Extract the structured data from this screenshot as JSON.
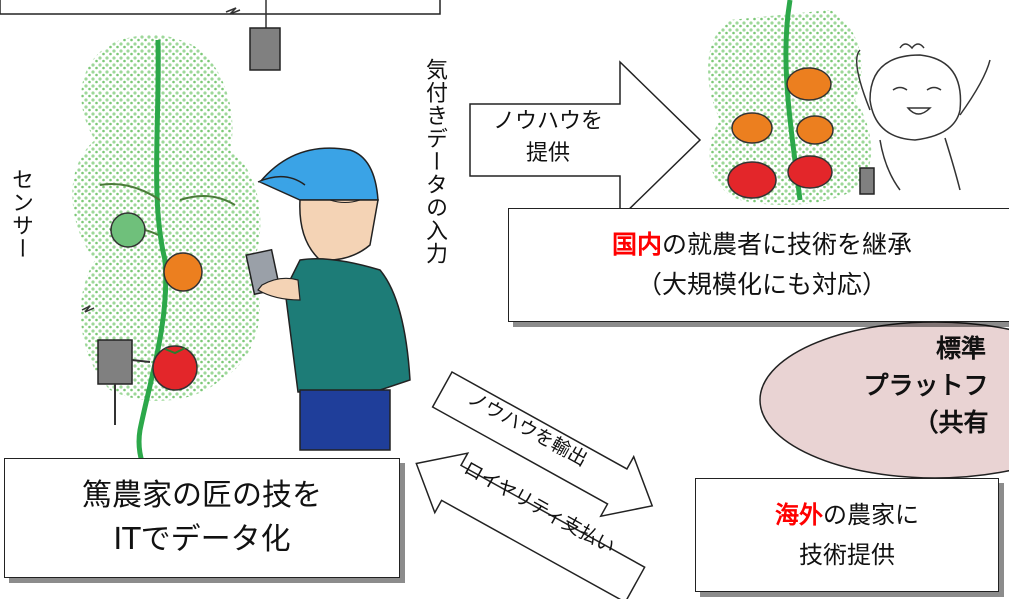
{
  "labels": {
    "sensor": "センサー",
    "data_input": "気付きデータの入力",
    "provide_knowhow_line1": "ノウハウを",
    "provide_knowhow_line2": "提供",
    "domestic_highlight": "国内",
    "domestic_rest": "の就農者に技術を継承",
    "domestic_sub": "（大規模化にも対応）",
    "platform_line1": "標準",
    "platform_line2": "プラットフ",
    "platform_line3": "（共有",
    "export_knowhow": "ノウハウを輸出",
    "royalty": "ロイヤリティ支払い",
    "master_line1": "篤農家の匠の技を",
    "master_line2": "ITでデータ化",
    "overseas_highlight": "海外",
    "overseas_rest": "の農家に",
    "overseas_sub": "技術提供"
  },
  "colors": {
    "highlight": "#ff0000",
    "foliage": "#9ed89a",
    "tomato_red": "#e3262a",
    "tomato_orange": "#ec7f1f",
    "tomato_green": "#6fc07b",
    "cap": "#3aa3e6",
    "shirt": "#1d7c77",
    "pants": "#1f3e9a",
    "platform_fill": "#e9d3d3",
    "sensor_gray": "#808080"
  }
}
